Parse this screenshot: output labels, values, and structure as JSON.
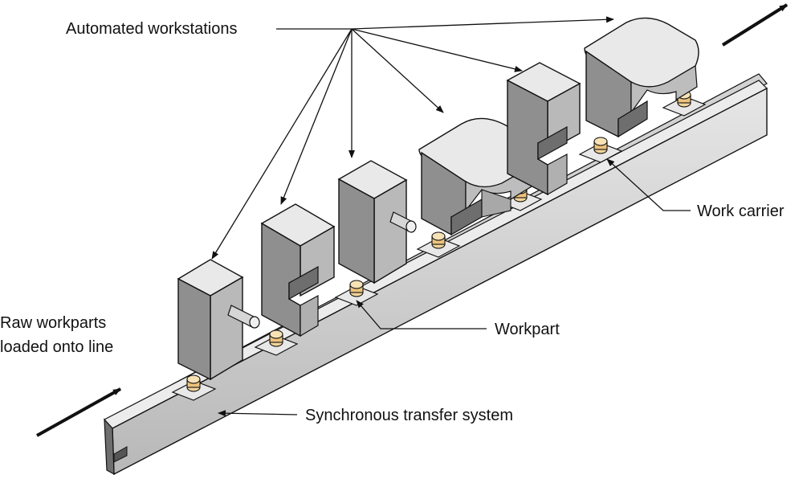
{
  "labels": {
    "automated_workstations": "Automated workstations",
    "work_carrier": "Work carrier",
    "raw_workparts_line1": "Raw workparts",
    "raw_workparts_line2": "loaded onto line",
    "workpart": "Workpart",
    "synchronous_transfer_system": "Synchronous transfer system"
  },
  "colors": {
    "metal_light": "#e3e3e3",
    "metal_mid": "#bdbdbd",
    "metal_dark": "#8f8f8f",
    "workpart_gold": "#f2d49a",
    "outline": "#111111"
  }
}
